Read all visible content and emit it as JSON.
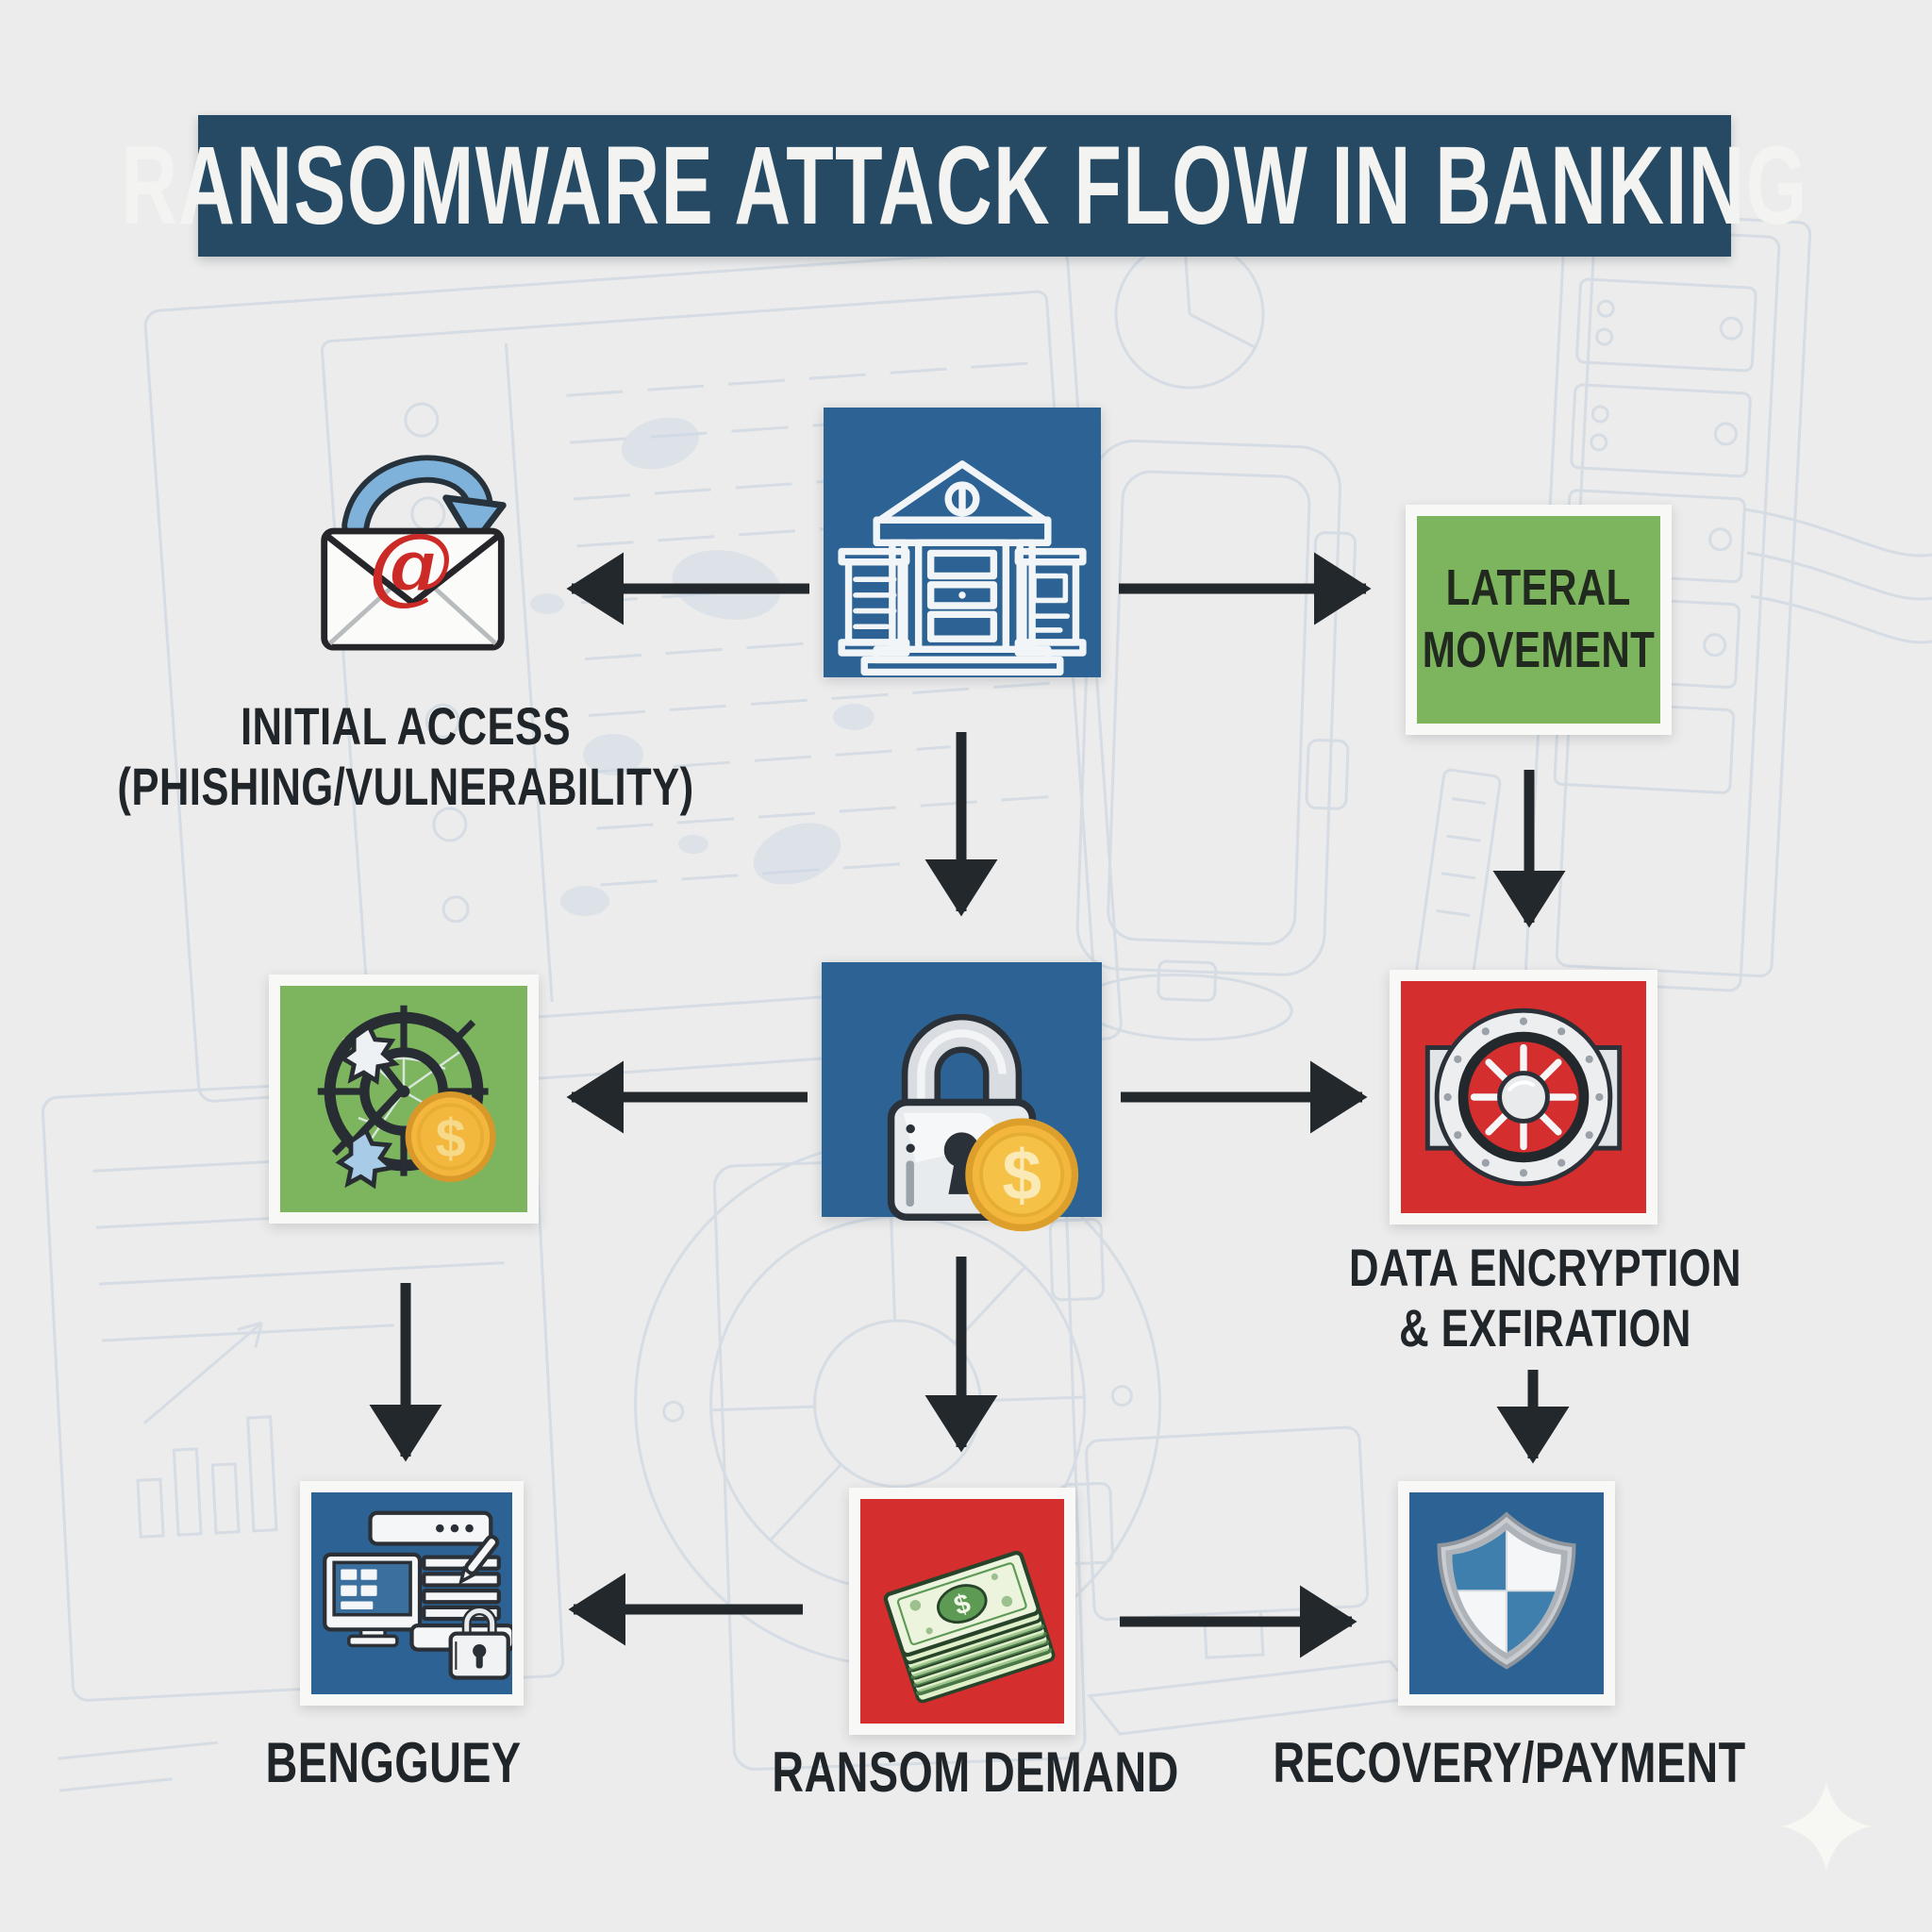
{
  "title": "RANSOMWARE ATTACK FLOW IN BANKING",
  "palette": {
    "background": "#ececec",
    "title_bar": "#264a63",
    "node_blue": "#2d6394",
    "node_green": "#7db55e",
    "node_red": "#d42e2e",
    "frame_white": "#f8f8f6",
    "arrow_dark": "#23282d",
    "label_dark": "#20252a",
    "sketch_blue": "#c3d0dd",
    "coin_gold": "#f2b73c",
    "money_green": "#5d9b55",
    "email_at_red": "#cc2a26",
    "phish_arrow_blue": "#7fb2da"
  },
  "nodes": {
    "bank": {
      "icon": "bank-building-icon",
      "color": "#2d6394"
    },
    "initial_access": {
      "icon": "phishing-email-icon",
      "label_line1": "INITIAL ACCESS",
      "label_line2": "(PHISHING/VULNERABILITY)"
    },
    "lateral_movement": {
      "label_line1": "LATERAL",
      "label_line2": "MOVEMENT",
      "color": "#7db55e"
    },
    "exploit_target": {
      "icon": "target-arrow-coin-icon",
      "color": "#7db55e"
    },
    "ransomware_lock": {
      "icon": "padlock-coin-icon",
      "color": "#2d6394"
    },
    "data_encryption": {
      "icon": "vault-door-icon",
      "label_line1": "DATA ENCRYPTION",
      "label_line2": "& EXFIRATION",
      "color": "#d42e2e"
    },
    "bengguey": {
      "icon": "locked-workstation-icon",
      "label": "BENGGUEY",
      "color": "#2d6394"
    },
    "ransom_demand": {
      "icon": "cash-stack-icon",
      "label": "RANSOM DEMAND",
      "color": "#d42e2e"
    },
    "recovery_payment": {
      "icon": "security-shield-icon",
      "label": "RECOVERY/PAYMENT",
      "color": "#2d6394"
    }
  },
  "edges": [
    {
      "from": "bank",
      "to": "initial_access"
    },
    {
      "from": "bank",
      "to": "lateral_movement"
    },
    {
      "from": "bank",
      "to": "ransomware_lock"
    },
    {
      "from": "lateral_movement",
      "to": "data_encryption"
    },
    {
      "from": "ransomware_lock",
      "to": "exploit_target"
    },
    {
      "from": "ransomware_lock",
      "to": "data_encryption"
    },
    {
      "from": "ransomware_lock",
      "to": "ransom_demand"
    },
    {
      "from": "exploit_target",
      "to": "bengguey"
    },
    {
      "from": "data_encryption",
      "to": "recovery_payment"
    },
    {
      "from": "ransom_demand",
      "to": "bengguey"
    },
    {
      "from": "ransom_demand",
      "to": "recovery_payment"
    }
  ],
  "decor": {
    "sparkle": "four-point-star",
    "background_sketches": "faint blueprint doodles: dashboards, server racks, vault door, monitor, keyboard"
  }
}
